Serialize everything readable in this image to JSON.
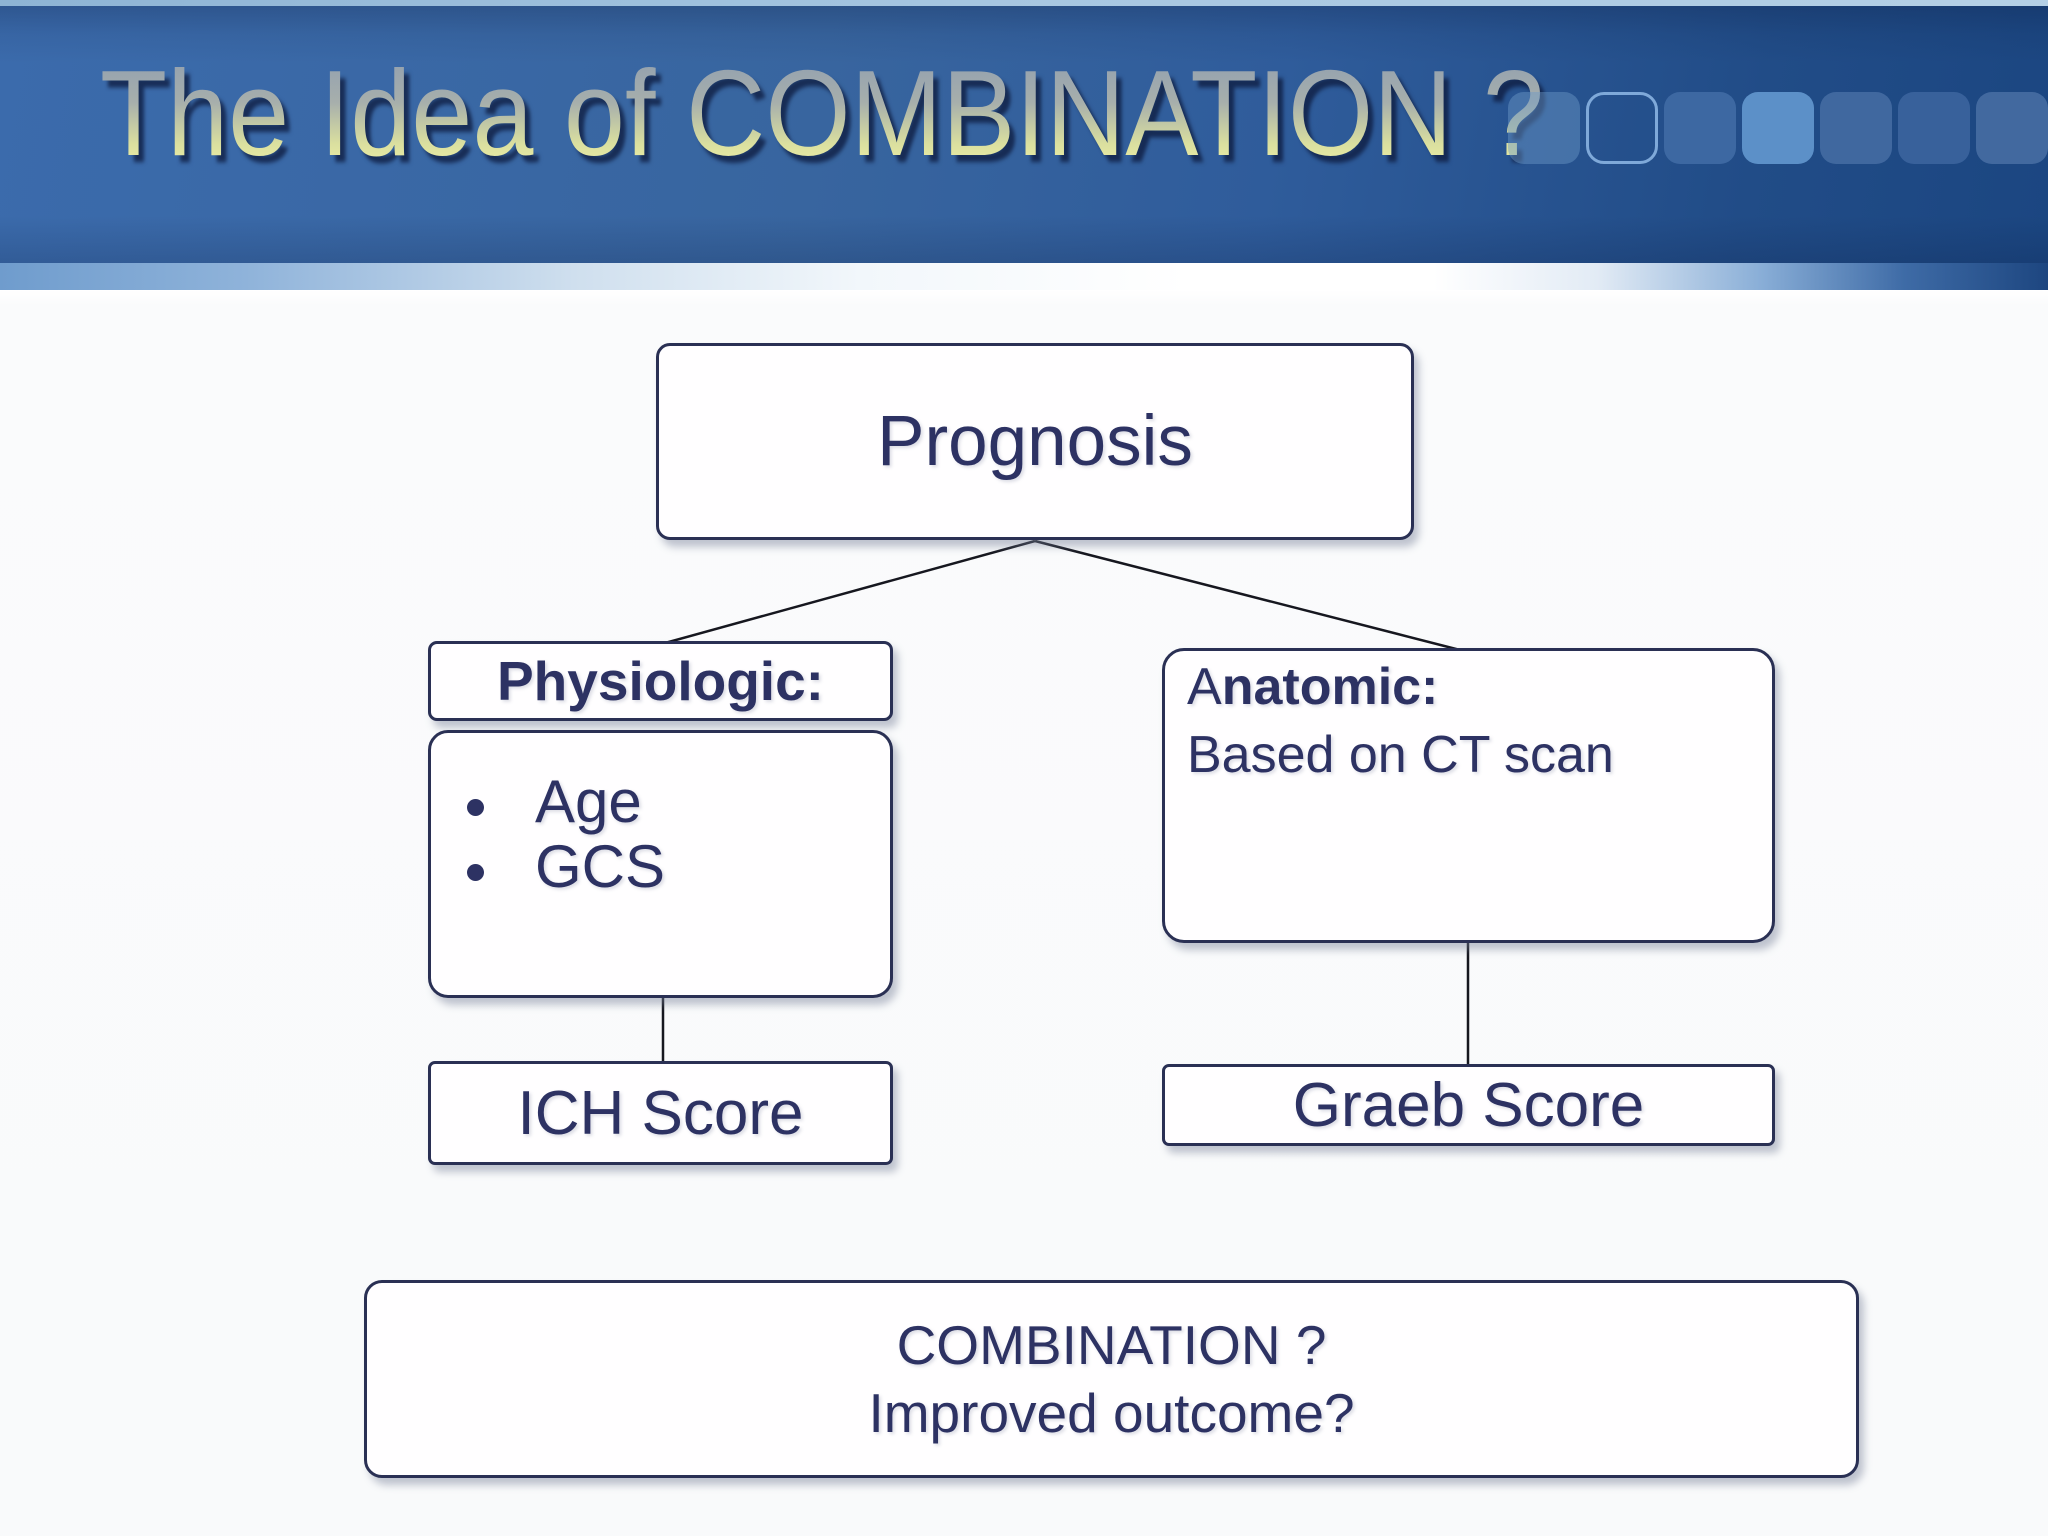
{
  "slide": {
    "title": "The Idea of COMBINATION ?",
    "header": {
      "squares": [
        {
          "variant": "ghost",
          "color": "#6d98c8"
        },
        {
          "variant": "outline",
          "color": "#7fa9d9"
        },
        {
          "variant": "fill",
          "color": "#3d68a2"
        },
        {
          "variant": "fill",
          "color": "#5c90c8"
        },
        {
          "variant": "fill",
          "color": "#40689f"
        },
        {
          "variant": "fill",
          "color": "#38619b"
        },
        {
          "variant": "fill",
          "color": "#42699f"
        }
      ]
    },
    "diagram": {
      "root": {
        "label": "Prognosis"
      },
      "left": {
        "header": "Physiologic:",
        "bullets": [
          "Age",
          "GCS"
        ],
        "score": "ICH Score"
      },
      "right": {
        "header_prefix": "A",
        "header_rest": "natomic:",
        "subtitle": "Based on CT scan",
        "score": "Graeb Score"
      },
      "bottom": {
        "line1": "COMBINATION ?",
        "line2": "Improved outcome?"
      }
    },
    "colors": {
      "band_blue_dark": "#1b4681",
      "band_blue_mid": "#2f5c9b",
      "band_blue_light": "#3b6bac",
      "strip_highlight": "#ffffff",
      "strip_blue": "#6f9ccd",
      "title_gradient_top": "#8e9db0",
      "title_gradient_bottom": "#f5f5a8",
      "box_border_navy": "#2a3054",
      "text_navy": "#2d3263",
      "box_fill": "#fffeff",
      "connector_black": "#16171f"
    }
  }
}
